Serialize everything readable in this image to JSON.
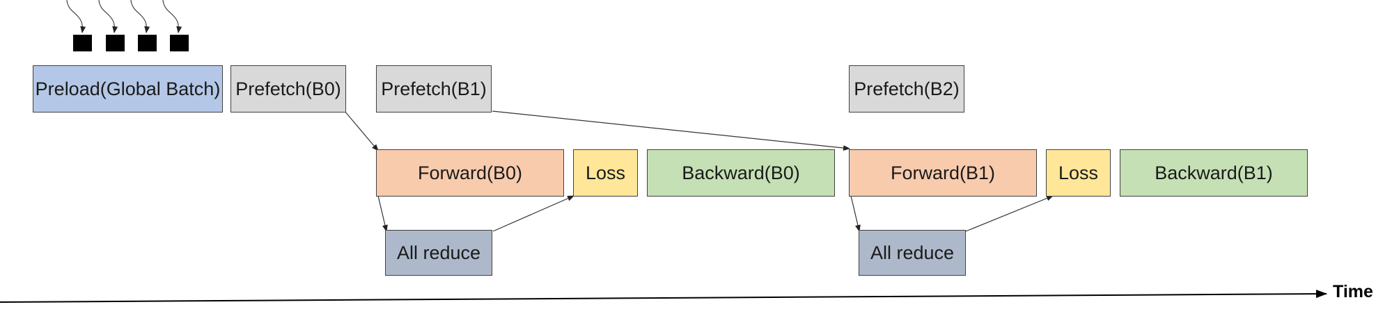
{
  "colors": {
    "preload": "#b4c7e7",
    "prefetch": "#d9d9d9",
    "forward": "#f8cbad",
    "loss": "#ffe699",
    "backward": "#c5e0b4",
    "allreduce": "#adb9ca"
  },
  "nodes": {
    "preload": "Preload(Global Batch)",
    "prefetch_b0": "Prefetch(B0)",
    "prefetch_b1": "Prefetch(B1)",
    "prefetch_b2": "Prefetch(B2)",
    "forward_b0": "Forward(B0)",
    "loss_1": "Loss",
    "backward_b0": "Backward(B0)",
    "forward_b1": "Forward(B1)",
    "loss_2": "Loss",
    "backward_b1": "Backward(B1)",
    "allreduce_1": "All reduce",
    "allreduce_2": "All reduce"
  },
  "axis": {
    "label": "Time"
  },
  "icons": {
    "data_chip": "data-chunk-icon",
    "chip_count": 4
  }
}
